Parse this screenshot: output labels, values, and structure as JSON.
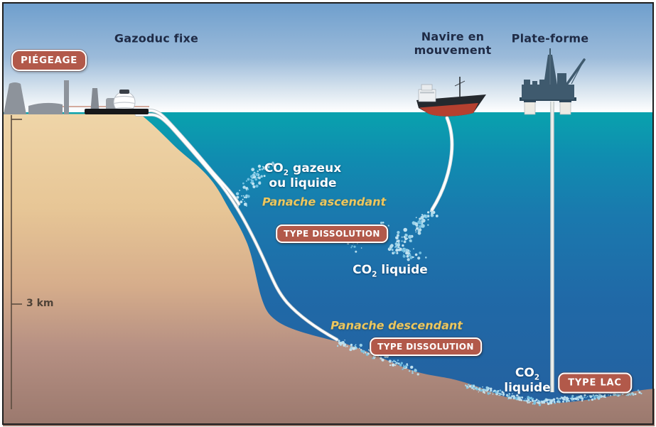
{
  "header_labels": {
    "gazoduc_fixe": "Gazoduc fixe",
    "navire_line1": "Navire en",
    "navire_line2": "mouvement",
    "plate_forme": "Plate-forme"
  },
  "badges": {
    "piegeage": "PIÉGEAGE",
    "dissolution_1": "TYPE DISSOLUTION",
    "dissolution_2": "TYPE DISSOLUTION",
    "lac": "TYPE LAC"
  },
  "water_labels": {
    "co2_gazeux": {
      "pre": "CO",
      "sub": "2",
      "post": " gazeux"
    },
    "co2_gazeux_line2": "ou liquide",
    "panache_ascendant": "Panache ascendant",
    "co2_liquide_mid": {
      "pre": "CO",
      "sub": "2",
      "post": " liquide"
    },
    "panache_descendant": "Panache descendant",
    "co2_liquide_bottom": {
      "pre": "CO",
      "sub": "2"
    },
    "co2_liquide_bottom_line2": "liquide"
  },
  "scale": {
    "label": "3 km"
  },
  "illustrations": {
    "power_plant": "power-plant-with-cooling-tower",
    "gas_tank": "spherical-gas-storage-tank",
    "ship": "co2-transport-ship",
    "platform": "offshore-platform",
    "fixed_pipeline": "fixed-subsea-twin-pipeline",
    "ship_pipe": "ship-towed-injection-pipe",
    "platform_pipe": "platform-injection-pipe",
    "co2_lake": "co2-lake-on-seafloor",
    "bubble_plumes": "co2-bubble-plumes",
    "depth_scale": "3-km-depth-scale-bar"
  },
  "colors": {
    "badge_fill": "#b2594a",
    "plume_label": "#edc75e",
    "heading_text": "#1f2b46",
    "sea_top": "#0aa3ad",
    "sea_deep": "#245fa0",
    "sand": "#efd5a8",
    "seafloor": "#9a786d",
    "bubbles": "#a3daef"
  }
}
